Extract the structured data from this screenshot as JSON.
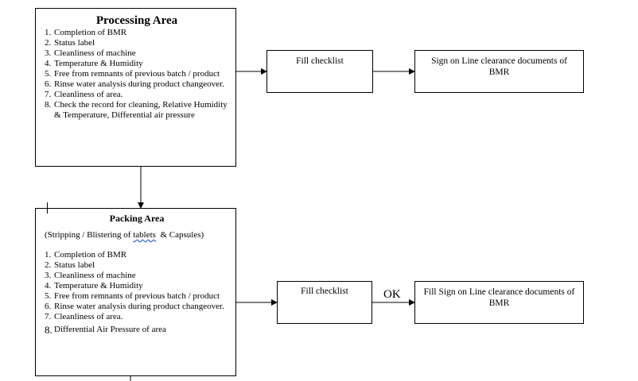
{
  "processing": {
    "title": "Processing Area",
    "items": [
      {
        "n": "1.",
        "text": "Completion of BMR"
      },
      {
        "n": "2.",
        "text": "Status label"
      },
      {
        "n": "3.",
        "text": "Cleanliness of machine"
      },
      {
        "n": "4.",
        "text": "Temperature & Humidity"
      },
      {
        "n": "5.",
        "text": "Free from remnants of previous batch / product"
      },
      {
        "n": "6.",
        "text": "Rinse water analysis during product changeover."
      },
      {
        "n": "7.",
        "text": "Cleanliness of area."
      },
      {
        "n": "8.",
        "text": "Check the record for cleaning, Relative Humidity & Temperature, Differential air pressure"
      }
    ],
    "checklist": "Fill checklist",
    "sign": "Sign on Line clearance documents of BMR"
  },
  "packing": {
    "title": "Packing Area",
    "subtitle_pre": "(Stripping / Blistering of ",
    "subtitle_word": "tablets",
    "subtitle_post": "  & Capsules)",
    "items": [
      {
        "n": "1.",
        "text": "Completion of BMR"
      },
      {
        "n": "2.",
        "text": "Status label"
      },
      {
        "n": "3.",
        "text": "Cleanliness of machine"
      },
      {
        "n": "4.",
        "text": "Temperature & Humidity"
      },
      {
        "n": "5.",
        "text": "Free from remnants of previous batch / product"
      },
      {
        "n": "6.",
        "text": "Rinse water analysis during product changeover."
      },
      {
        "n": "7.",
        "text": "Cleanliness of area."
      },
      {
        "n": "8.",
        "text": "Differential Air Pressure of area"
      }
    ],
    "checklist": "Fill checklist",
    "ok_label": "OK",
    "sign": "Fill Sign on Line clearance documents of BMR"
  }
}
